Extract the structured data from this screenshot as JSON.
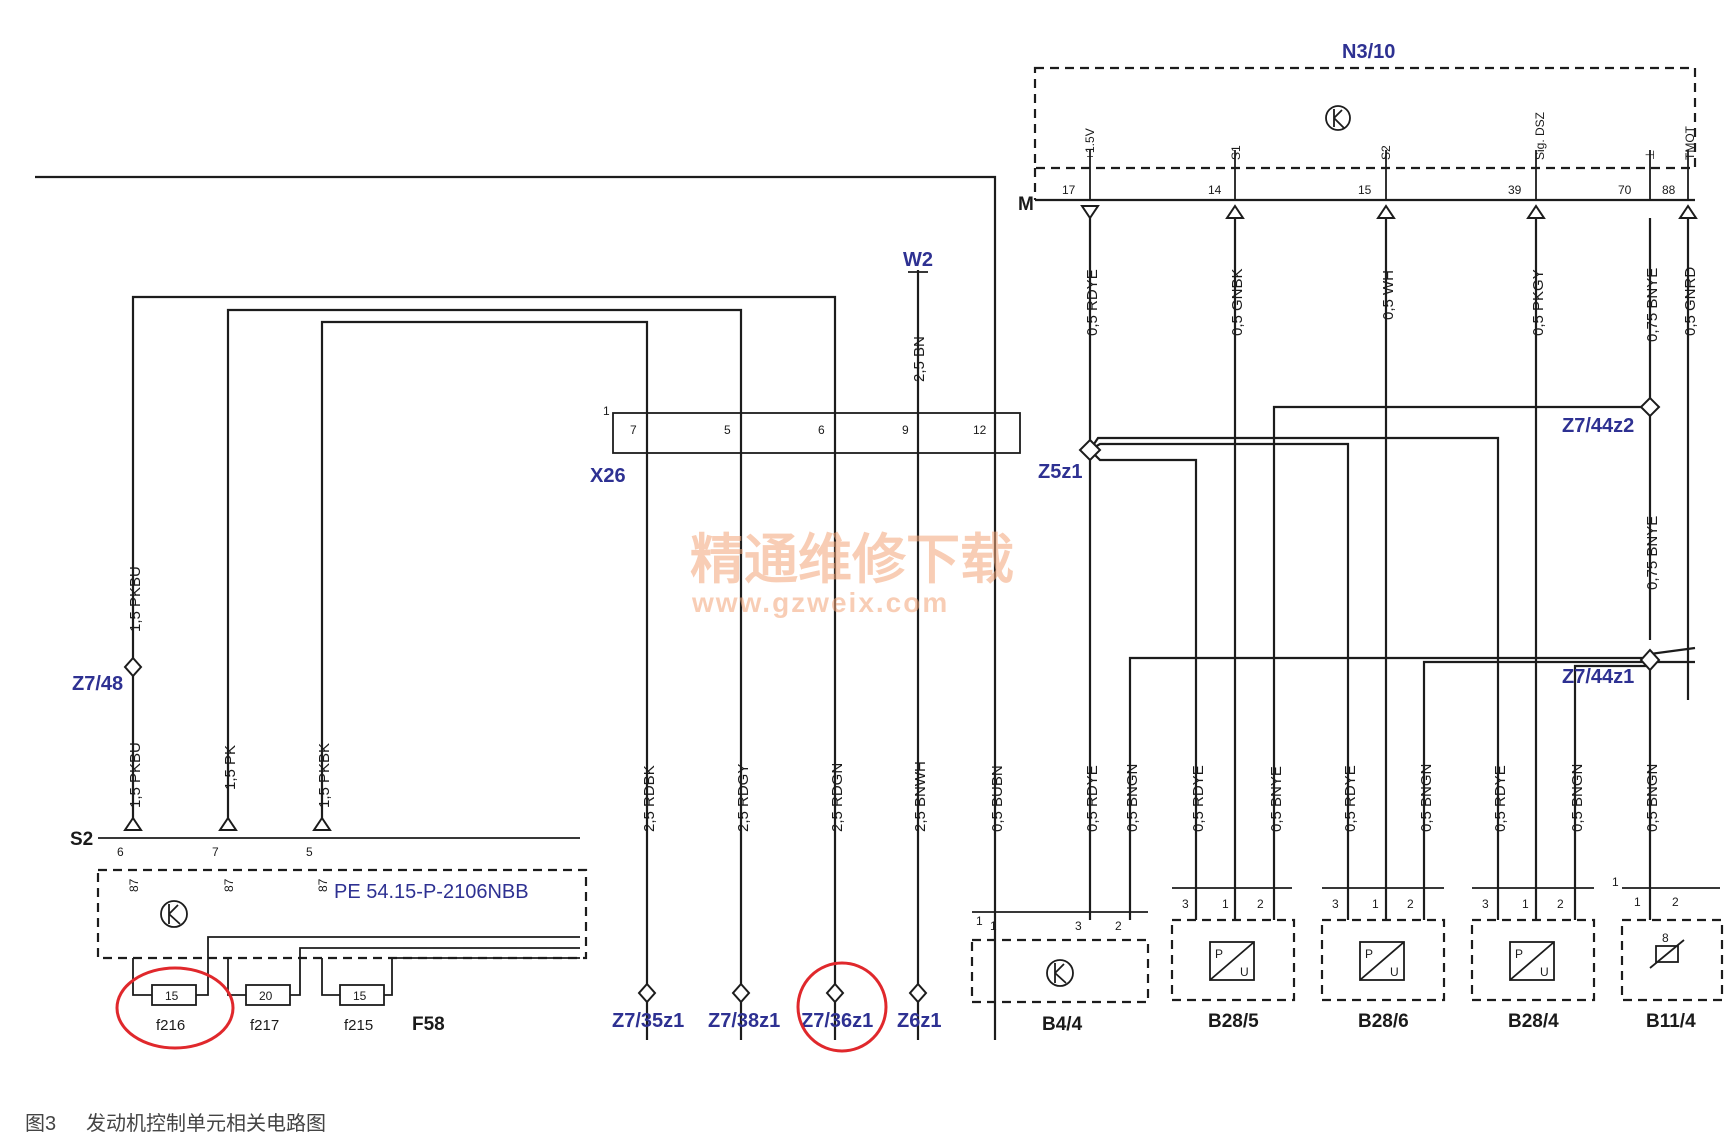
{
  "components": {
    "n3_10": "N3/10",
    "w2": "W2",
    "x26": "X26",
    "s2": "S2",
    "f58": "F58",
    "b4_4": "B4/4",
    "b28_5": "B28/5",
    "b28_6": "B28/6",
    "b28_4": "B28/4",
    "b11_4": "B11/4",
    "m": "M"
  },
  "references": {
    "pe_ref": "PE 54.15-P-2106NBB"
  },
  "splices": {
    "z7_48": "Z7/48",
    "z5z1": "Z5z1",
    "z7_44z2": "Z7/44z2",
    "z7_44z1": "Z7/44z1"
  },
  "grounds": {
    "z7_35z1": "Z7/35z1",
    "z7_38z1": "Z7/38z1",
    "z7_36z1": "Z7/36z1",
    "z6z1": "Z6z1"
  },
  "fuses": [
    {
      "name": "f216",
      "rating": "15"
    },
    {
      "name": "f217",
      "rating": "20"
    },
    {
      "name": "f215",
      "rating": "15"
    }
  ],
  "wires": {
    "pkbu_upper": "1,5 PKBU",
    "pkbu_lower": "1,5 PKBU",
    "pk": "1,5 PK",
    "pkbk": "1,5 PKBK",
    "rdbk": "2,5 RDBK",
    "rdgy": "2,5 RDGY",
    "rdgn": "2,5 RDGN",
    "bn": "2,5 BN",
    "bnwh": "2,5 BNWH",
    "bubn": "0,5 BUBN",
    "rdye_top": "0,5 RDYE",
    "gnbk": "0,5 GNBK",
    "wh": "0,5 WH",
    "pkgy": "0,5 PKGY",
    "bnye_top": "0,75 BNYE",
    "gnrd": "0,5 GNRD",
    "bnye_mid": "0,75 BNYE",
    "b44_rdye": "0,5 RDYE",
    "b44_bngn": "0,5 BNGN",
    "b285_rdye": "0,5 RDYE",
    "b285_bnye": "0,5 BNYE",
    "b286_rdye": "0,5 RDYE",
    "b286_bngn": "0,5 BNGN",
    "b284_rdye": "0,5 RDYE",
    "b284_bngn": "0,5 BNGN",
    "b114_bngn": "0,5 BNGN"
  },
  "ecu_pins": {
    "p17": "17",
    "p14": "14",
    "p15": "15",
    "p39": "39",
    "p70": "70",
    "p88": "88",
    "s17": "+1.5V",
    "s14": "S1",
    "s15": "S2",
    "s39": "Sig. DSZ",
    "s70": "⊥",
    "s88": "TMOT"
  },
  "x26_pins": [
    "1",
    "7",
    "5",
    "6",
    "9",
    "12"
  ],
  "s2_pins": [
    "6",
    "7",
    "5"
  ],
  "s2_pin_sub": "87",
  "sensor_pins": {
    "p1": "1",
    "p2": "2",
    "p3": "3",
    "p8": "8"
  },
  "sensor_symbol": {
    "p": "P",
    "u": "U"
  },
  "watermark": {
    "cn": "精通维修下载",
    "url": "www.gzweix.com"
  },
  "caption": {
    "fig": "图3",
    "text": "发动机控制单元相关电路图"
  },
  "icons": [
    "transistor-icon",
    "pressure-sensor-icon",
    "temperature-sensor-icon",
    "ground-diamond-icon",
    "connector-triangle-icon"
  ],
  "colors": {
    "highlight": "#e0282c",
    "label_blue": "#2e3192",
    "watermark": "#f4a67a"
  }
}
